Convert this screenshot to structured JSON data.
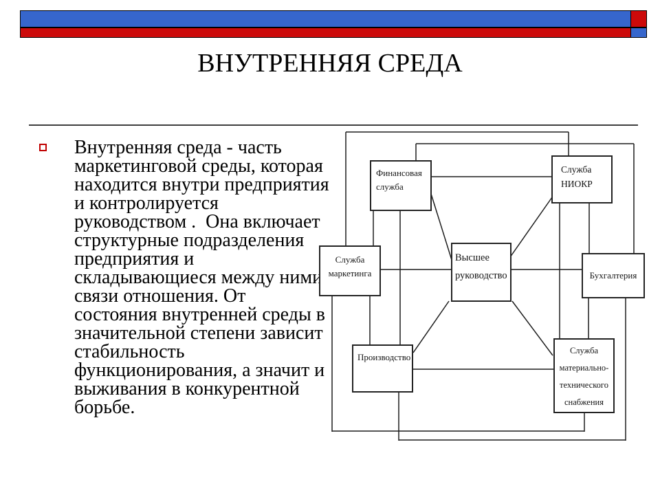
{
  "slide": {
    "title": "ВНУТРЕННЯЯ СРЕДА",
    "colors": {
      "bar_blue": "#3666CC",
      "bar_red": "#CC0A0A",
      "bullet_red": "#C00000"
    },
    "body": {
      "lines": [
        "Внутренняя среда - часть",
        "маркетинговой среды, которая",
        "находится внутри предприятия",
        "и контролируется",
        "руководством .  Она включает",
        "структурные подразделения",
        "предприятия и",
        "складывающиеся между ними",
        "связи отношения. От",
        "состояния внутренней среды в",
        "значительной степени зависит",
        "стабильность",
        "функционирования, а значит и",
        "выживания в конкурентной",
        "борьбе."
      ]
    },
    "diagram": {
      "boxes": {
        "finance": "Финансовая\nслужба",
        "rnd": "Служба\nНИОКР",
        "marketing": "Служба\nмаркетинга",
        "top_management": "Высшее\nруководство",
        "accounting": "Бухгалтерия",
        "production": "Производство",
        "logistics": "Служба\nматериально-\nтехнического\nснабжения"
      }
    }
  }
}
